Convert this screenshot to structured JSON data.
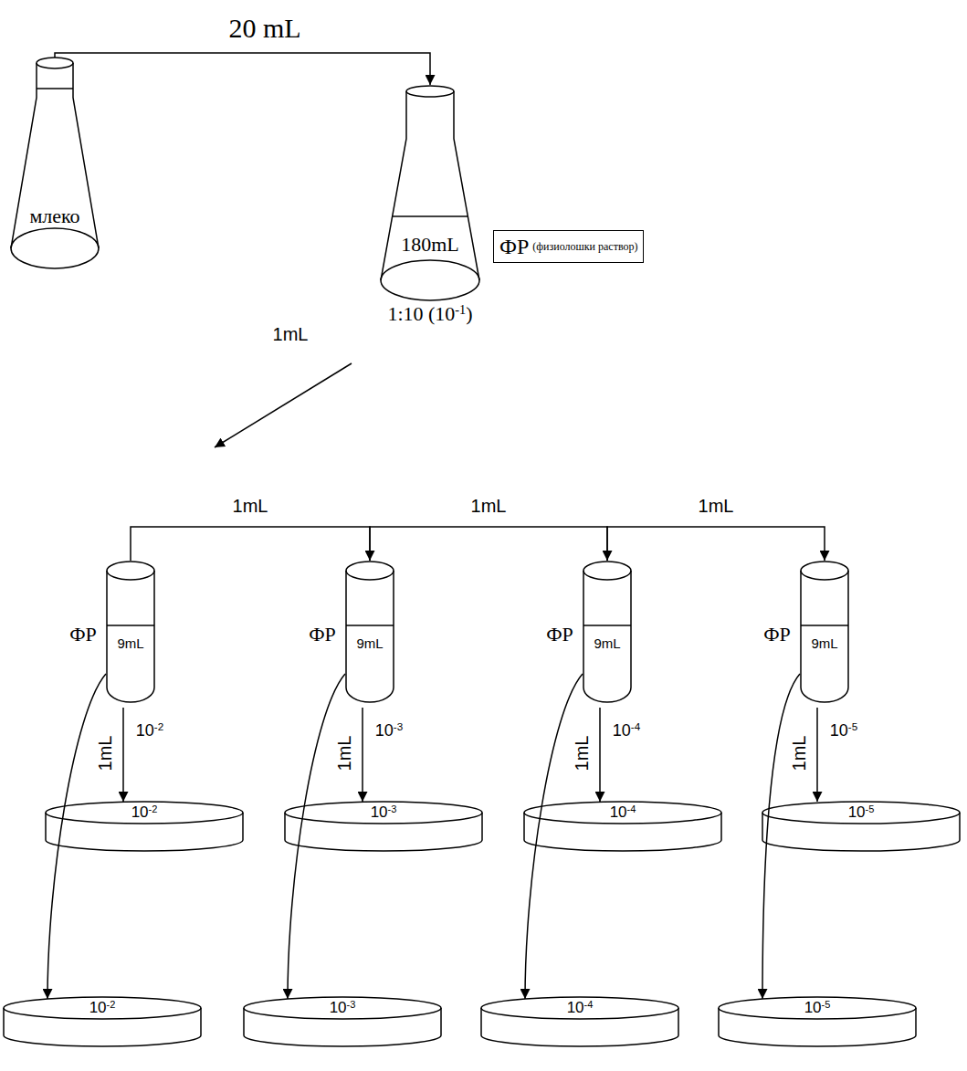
{
  "diagram": {
    "nodes": [
      {
        "text": [
          "млеко"
        ]
      },
      {
        "text": [
          "180mL",
          "1:10 (10-1)"
        ]
      },
      {
        "text": [
          "ФР",
          "(физиолошки раствор)"
        ]
      },
      {
        "text": [
          "ФР",
          "9mL",
          "10-2"
        ]
      },
      {
        "text": [
          "ФР",
          "9mL",
          "10-3"
        ]
      },
      {
        "text": [
          "ФР",
          "9mL",
          "10-4"
        ]
      },
      {
        "text": [
          "ФР",
          "9mL",
          "10-5"
        ]
      },
      {
        "text": [
          "10-2"
        ]
      },
      {
        "text": [
          "10-3"
        ]
      },
      {
        "text": [
          "10-4"
        ]
      },
      {
        "text": [
          "10-5"
        ]
      },
      {
        "text": [
          "10-2"
        ]
      },
      {
        "text": [
          "10-3"
        ]
      },
      {
        "text": [
          "10-4"
        ]
      },
      {
        "text": [
          "10-5"
        ]
      }
    ],
    "edges": [
      {
        "from": 0,
        "to": 1,
        "arrow": "to",
        "label": "20 mL"
      },
      {
        "from": 1,
        "to": 3,
        "arrow": "to",
        "label": "1mL"
      },
      {
        "from": 3,
        "to": 4,
        "arrow": "to",
        "label": "1mL"
      },
      {
        "from": 4,
        "to": 5,
        "arrow": "to",
        "label": "1mL"
      },
      {
        "from": 5,
        "to": 6,
        "arrow": "to",
        "label": "1mL"
      },
      {
        "from": 3,
        "to": 7,
        "arrow": "to",
        "label": "1mL"
      },
      {
        "from": 4,
        "to": 8,
        "arrow": "to",
        "label": "1mL"
      },
      {
        "from": 5,
        "to": 9,
        "arrow": "to",
        "label": "1mL"
      },
      {
        "from": 6,
        "to": 10,
        "arrow": "to",
        "label": "1mL"
      },
      {
        "from": 3,
        "to": 11,
        "arrow": "to"
      },
      {
        "from": 4,
        "to": 12,
        "arrow": "to"
      },
      {
        "from": 5,
        "to": 13,
        "arrow": "to"
      },
      {
        "from": 6,
        "to": 14,
        "arrow": "to"
      }
    ]
  }
}
